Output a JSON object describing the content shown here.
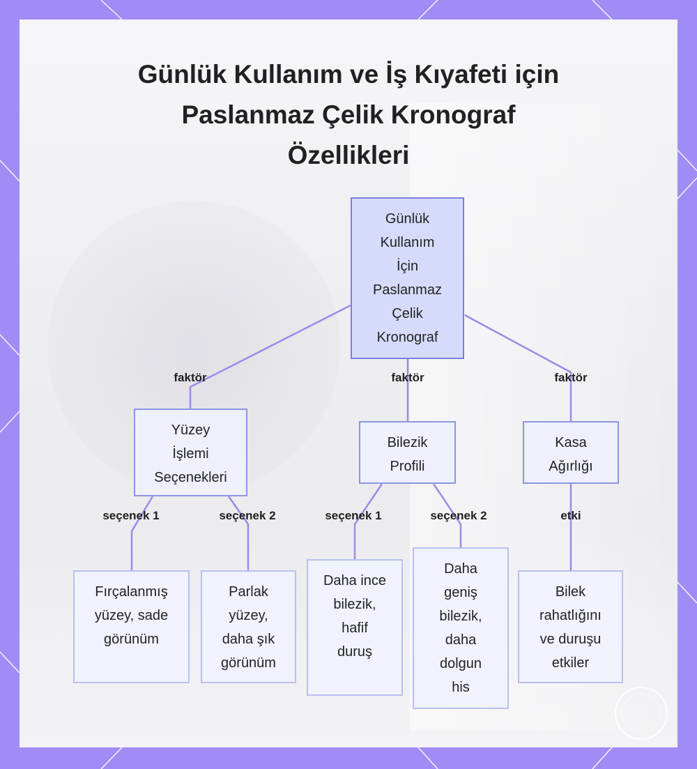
{
  "title": {
    "line1": "Günlük Kullanım ve İş Kıyafeti için",
    "line2": "Paslanmaz Çelik Kronograf",
    "line3": "Özellikleri"
  },
  "nodes": {
    "root": [
      "Günlük",
      "Kullanım",
      "İçin",
      "Paslanmaz",
      "Çelik",
      "Kronograf"
    ],
    "surface": [
      "Yüzey",
      "İşlemi",
      "Seçenekleri"
    ],
    "bracelet": [
      "Bilezik",
      "Profili"
    ],
    "case": [
      "Kasa",
      "Ağırlığı"
    ],
    "brushed": [
      "Fırçalanmış",
      "yüzey, sade",
      "görünüm"
    ],
    "polished": [
      "Parlak",
      "yüzey,",
      "daha şık",
      "görünüm"
    ],
    "thin": [
      "Daha ince",
      "bilezik,",
      "hafif",
      "duruş"
    ],
    "wide": [
      "Daha",
      "geniş",
      "bilezik,",
      "daha",
      "dolgun",
      "his"
    ],
    "comfort": [
      "Bilek",
      "rahatlığını",
      "ve duruşu",
      "etkiler"
    ]
  },
  "edge_labels": {
    "factor_surface": "faktör",
    "factor_bracelet": "faktör",
    "factor_case": "faktör",
    "surface_opt1": "seçenek 1",
    "surface_opt2": "seçenek 2",
    "bracelet_opt1": "seçenek 1",
    "bracelet_opt2": "seçenek 2",
    "case_effect": "etki"
  },
  "colors": {
    "frame": "#a08cf4",
    "edge": "#9b8ae6",
    "node_border": "#8c95e0",
    "root_fill": "#d7dbfb"
  }
}
